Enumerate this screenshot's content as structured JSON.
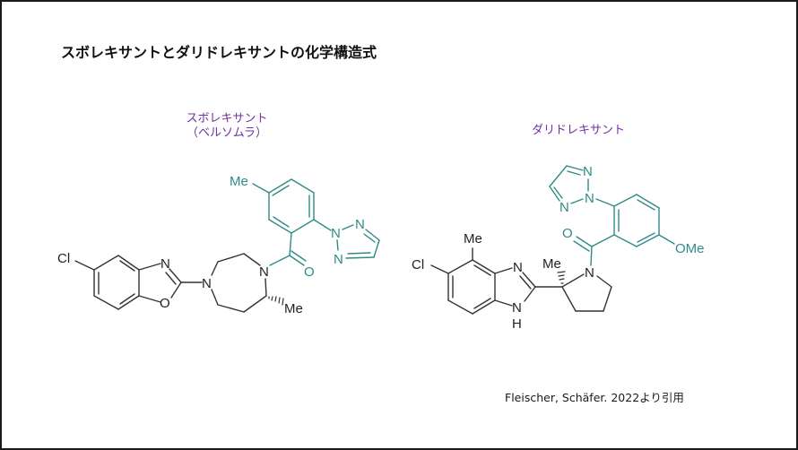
{
  "slide": {
    "title": "スボレキサントとダリドレキサントの化学構造式",
    "colors": {
      "label_purple": "#7030a0",
      "teal": "#2e8b87",
      "black": "#222222",
      "border": "#1a1a1a"
    }
  },
  "compounds": [
    {
      "name": "スボレキサント",
      "brand": "（ベルソムラ）",
      "atom_labels": {
        "cl": "Cl",
        "n_oxazole": "N",
        "o_oxazole": "O",
        "n_diazepane_1": "N",
        "n_diazepane_4": "N",
        "me_chiral": "Me",
        "o_carbonyl": "O",
        "me_aryl": "Me",
        "n_triazole_1": "N",
        "n_triazole_2": "N",
        "n_triazole_3": "N"
      }
    },
    {
      "name": "ダリドレキサント",
      "atom_labels": {
        "cl": "Cl",
        "me_aryl": "Me",
        "n_imidazole": "N",
        "nh_imidazole": "N",
        "h_imidazole": "H",
        "me_chiral": "Me",
        "n_pyrrolidine": "N",
        "o_carbonyl": "O",
        "ome": "OMe",
        "n_triazole_1": "N",
        "n_triazole_2": "N",
        "n_triazole_3": "N"
      }
    }
  ],
  "citation": "Fleischer, Schäfer. 2022より引用"
}
